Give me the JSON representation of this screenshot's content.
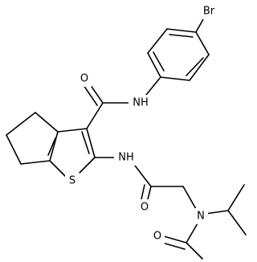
{
  "molecule": {
    "atoms": {
      "br": "Br",
      "amide_nh": "NH",
      "amide_o": "O",
      "thiophene_s": "S",
      "acylamino_nh": "NH",
      "acyl_o": "O",
      "amine_n": "N",
      "acetyl_o": "O"
    }
  }
}
